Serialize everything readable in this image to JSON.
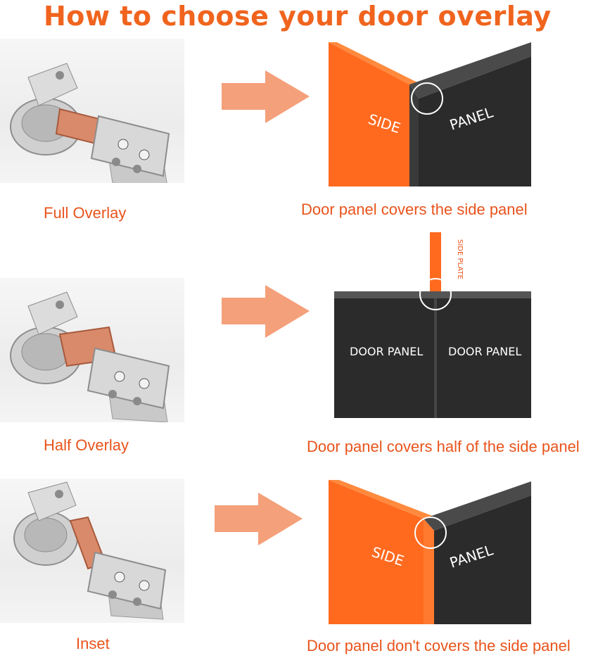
{
  "title": "How to choose your door overlay",
  "colors": {
    "accent": "#f0641e",
    "label": "#e8541c",
    "orange": "#ff6a1f",
    "panel": "#2a2a2a",
    "arrow": "#f4a07a"
  },
  "rows": [
    {
      "hinge_name": "Full Overlay",
      "description": "Door panel covers the side panel",
      "side_text": "SIDE",
      "panel_text": "PANEL"
    },
    {
      "hinge_name": "Half Overlay",
      "description": "Door panel covers half of the side panel",
      "left_text": "DOOR PANEL",
      "right_text": "DOOR PANEL",
      "plate_text": "SIDE PLATE"
    },
    {
      "hinge_name": "Inset",
      "description": "Door panel don't covers the side panel",
      "side_text": "SIDE",
      "panel_text": "PANEL"
    }
  ],
  "icons": [
    "hinge-icon",
    "right-arrow-icon",
    "magnifier-circle-icon"
  ]
}
